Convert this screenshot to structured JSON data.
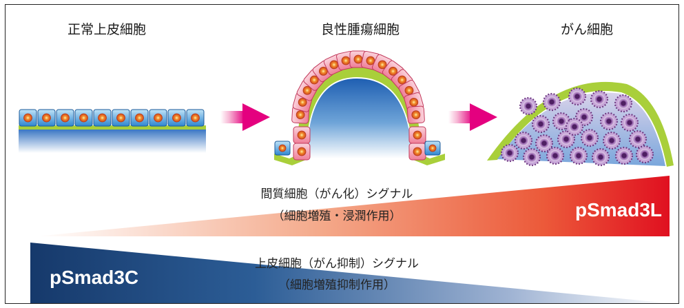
{
  "stages": [
    {
      "title": "正常上皮細胞"
    },
    {
      "title": "良性腫瘍細胞"
    },
    {
      "title": "がん細胞"
    }
  ],
  "signals": {
    "stromal": {
      "line1": "間質細胞（がん化）シグナル",
      "line2": "（細胞増殖・浸潤作用）",
      "marker": "pSmad3L",
      "color": "#e31e24"
    },
    "epithelial": {
      "line1": "上皮細胞（がん抑制）シグナル",
      "line2": "（細胞増殖抑制作用）",
      "marker": "pSmad3C",
      "color": "#1b3f72"
    }
  },
  "colors": {
    "arrow": "#e4007f",
    "normal_cell": "#3a8fd6",
    "tumor_cell": "#f28aa2",
    "basement": "#a9cf3a",
    "cancer_cell": "#8a5a9e"
  }
}
